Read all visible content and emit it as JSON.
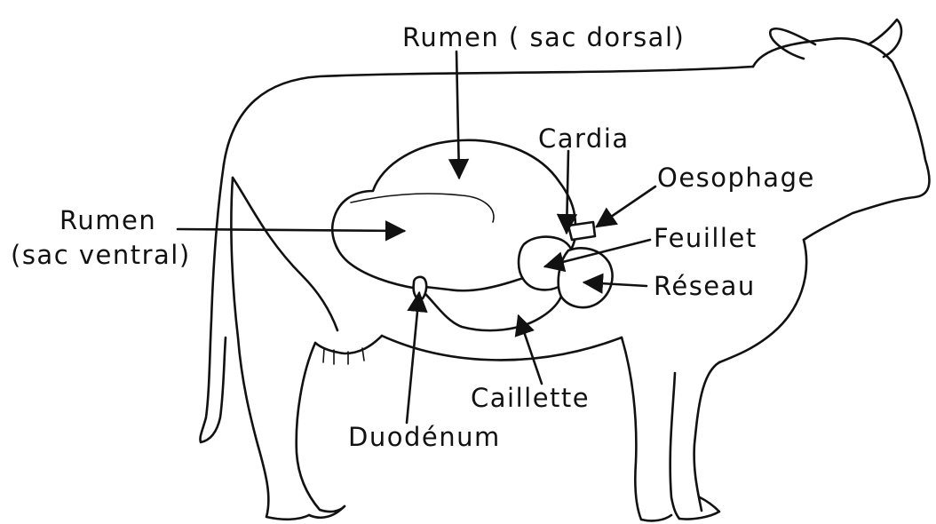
{
  "labels": {
    "rumen_dorsal": "Rumen ( sac dorsal)",
    "cardia": "Cardia",
    "oesophage": "Oesophage",
    "rumen_ventral_line1": "Rumen",
    "rumen_ventral_line2": "(sac ventral)",
    "feuillet": "Feuillet",
    "reseau": "Réseau",
    "caillette": "Caillette",
    "duodenum": "Duodénum"
  },
  "colors": {
    "ink": "#111111",
    "background": "#ffffff"
  }
}
